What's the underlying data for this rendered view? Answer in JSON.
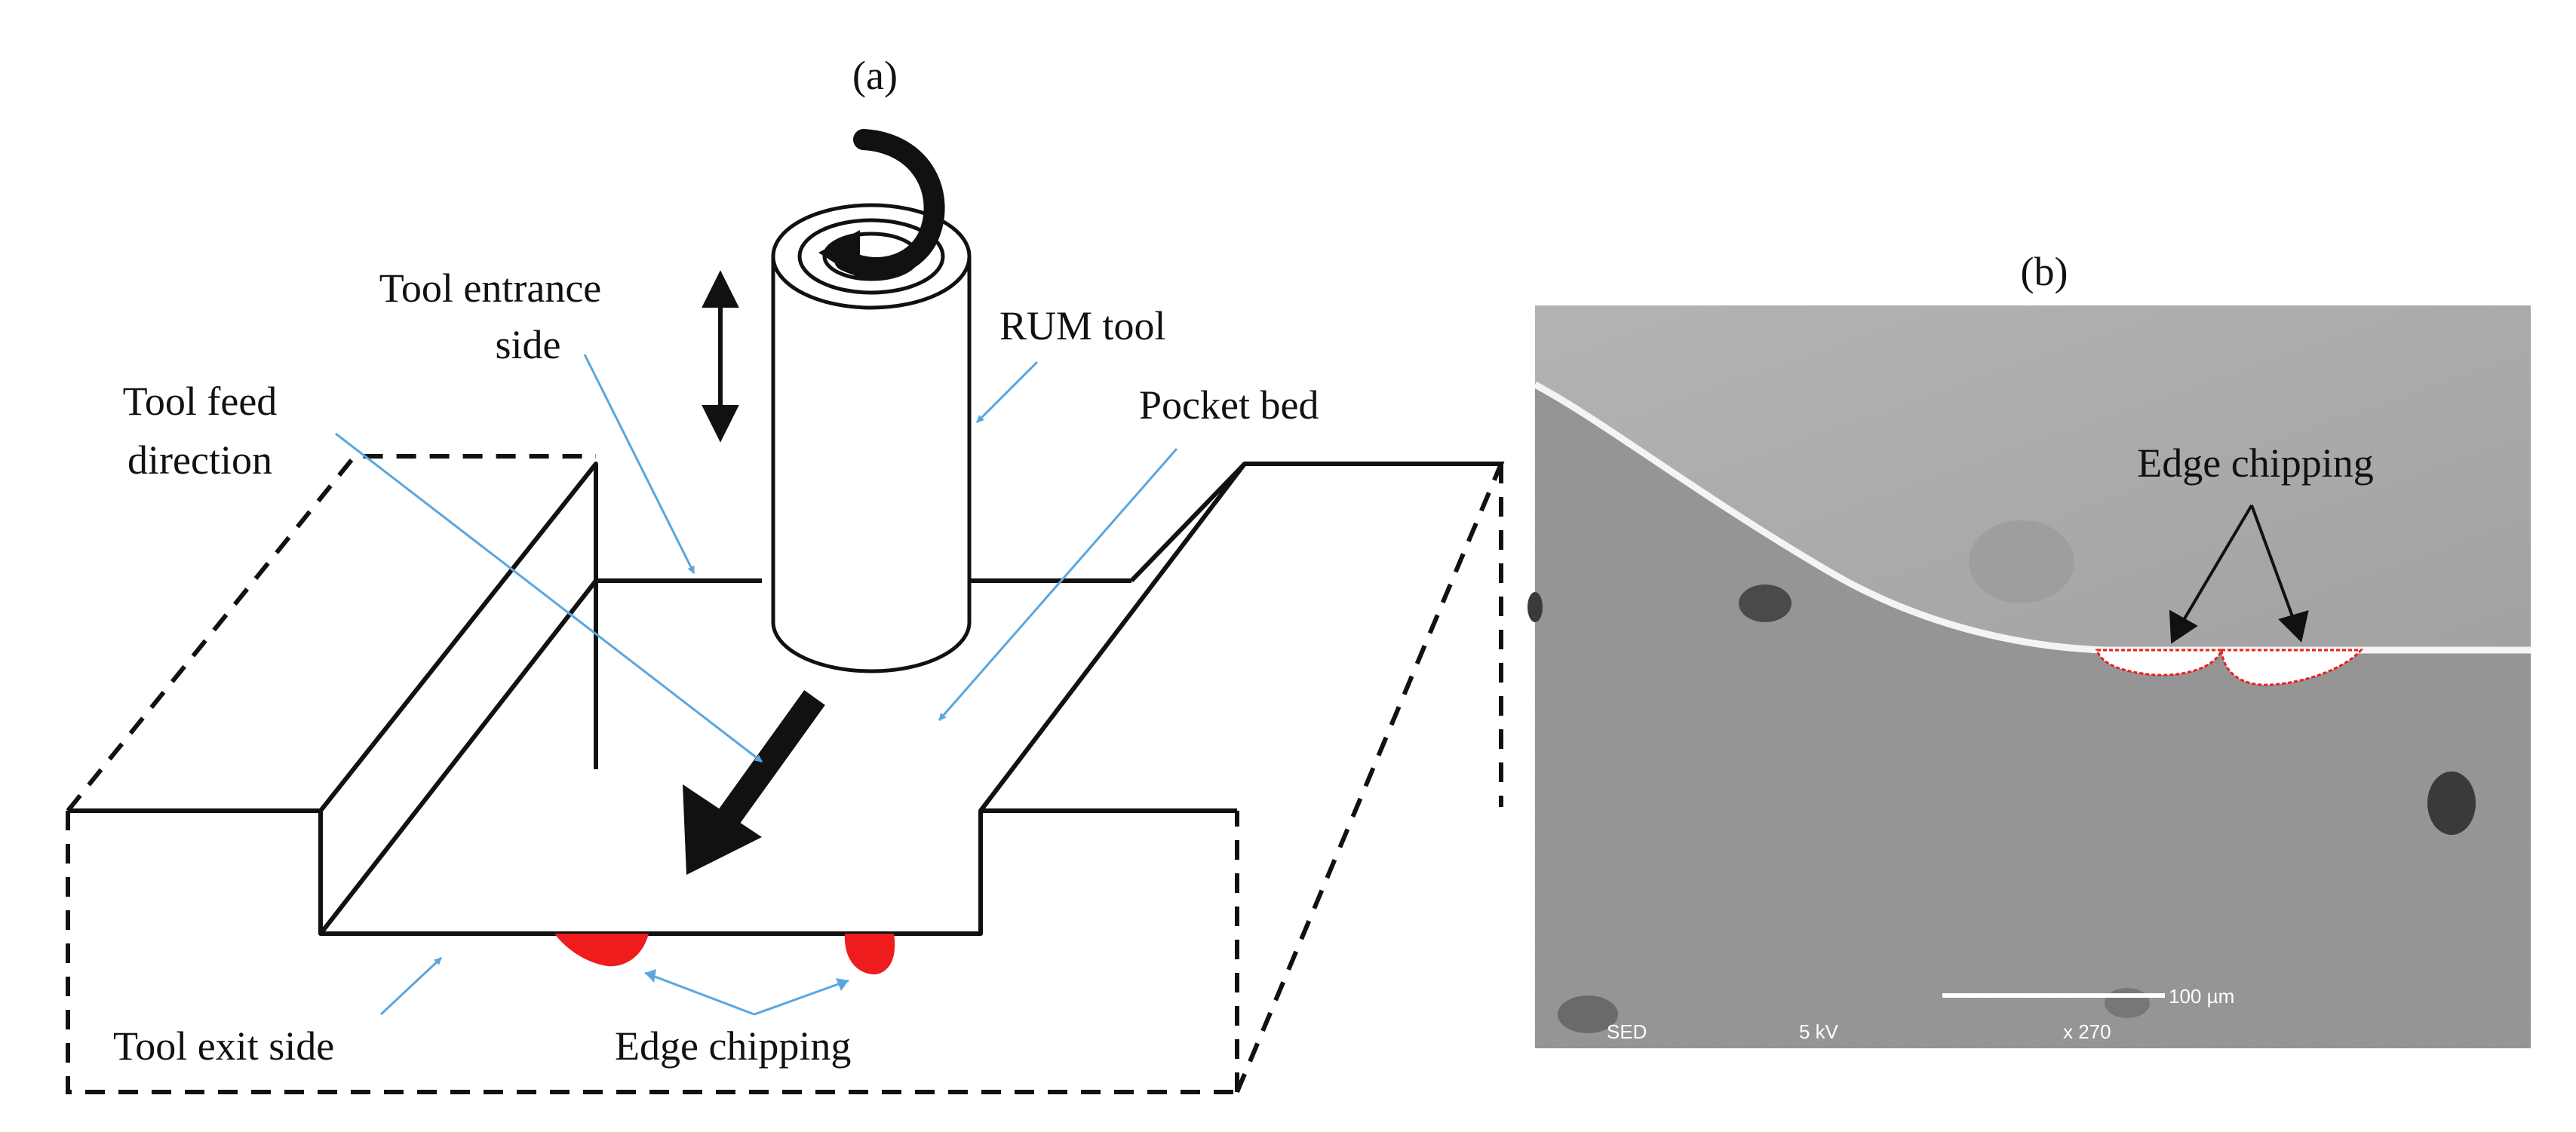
{
  "panel_a": {
    "label": "(a)",
    "labels": {
      "tool_entrance_line1": "Tool entrance",
      "tool_entrance_line2": "side",
      "rum_tool": "RUM tool",
      "tool_feed_line1": "Tool feed",
      "tool_feed_line2": "direction",
      "pocket_bed": "Pocket bed",
      "tool_exit": "Tool exit  side",
      "edge_chipping": "Edge chipping"
    }
  },
  "panel_b": {
    "label": "(b)",
    "edge_chipping": "Edge chipping",
    "sem_detector": "SED",
    "sem_voltage": "5 kV",
    "sem_magnification": "x 270",
    "sem_scale": "100 µm"
  },
  "colors": {
    "chip": "#ee1c1c",
    "leader": "#5aa6e0",
    "line": "#111111",
    "sem_bg": "#999999",
    "sem_upper": "#a8a8a8",
    "sem_lower": "#8c8c8c"
  }
}
